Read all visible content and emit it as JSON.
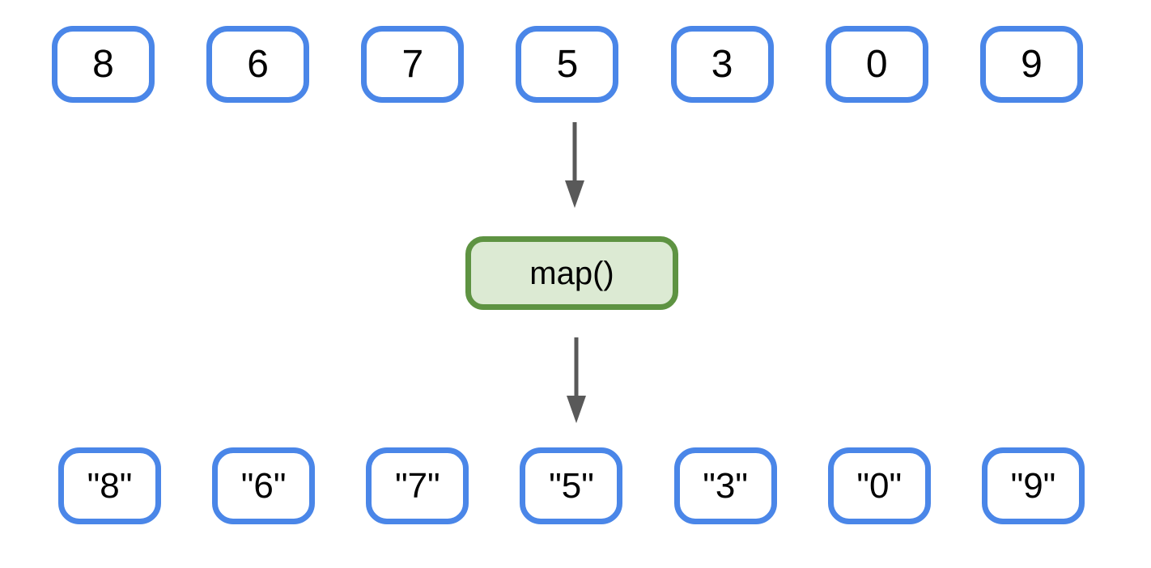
{
  "diagram": {
    "input_row": {
      "values": [
        "8",
        "6",
        "7",
        "5",
        "3",
        "0",
        "9"
      ]
    },
    "function_box": {
      "label": "map()"
    },
    "output_row": {
      "values": [
        "\"8\"",
        "\"6\"",
        "\"7\"",
        "\"5\"",
        "\"3\"",
        "\"0\"",
        "\"9\""
      ]
    },
    "arrows": [
      {
        "name": "input-to-map",
        "direction": "down"
      },
      {
        "name": "map-to-output",
        "direction": "down"
      }
    ]
  },
  "colors": {
    "background": "#ffffff",
    "value_box_border": "#4a86e8",
    "value_box_fill": "#ffffff",
    "function_box_border": "#5e9342",
    "function_box_fill": "#dcead3",
    "arrow": "#595959",
    "text": "#000000"
  }
}
